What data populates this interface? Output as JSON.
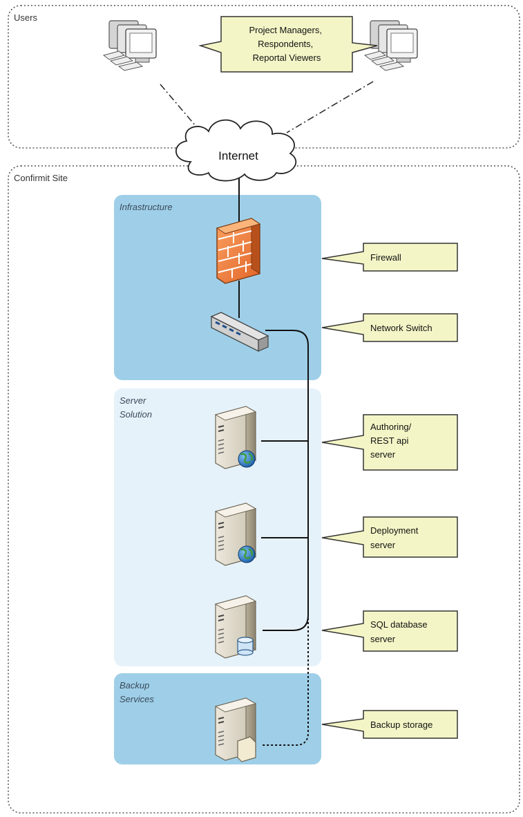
{
  "zones": {
    "users": "Users",
    "site": "Confirmit Site"
  },
  "users_callout": [
    "Project Managers,",
    "Respondents,",
    "Reportal Viewers"
  ],
  "internet": "Internet",
  "groups": {
    "infrastructure": [
      "Infrastructure"
    ],
    "server_solution": [
      "Server",
      "Solution"
    ],
    "backup_services": [
      "Backup",
      "Services"
    ]
  },
  "callouts": {
    "firewall": [
      "Firewall"
    ],
    "network_switch": [
      "Network Switch"
    ],
    "authoring_server": [
      "Authoring/",
      "REST api",
      "server"
    ],
    "deployment_server": [
      "Deployment",
      "server"
    ],
    "sql_server": [
      "SQL database",
      "server"
    ],
    "backup_storage": [
      "Backup storage"
    ]
  },
  "colors": {
    "infrastructure_fill": "#9fcfe8",
    "server_solution_fill": "#e6f2fa",
    "backup_fill": "#9fcfe8",
    "callout_fill": "#f4f5c6",
    "firewall": "#f07a3a"
  },
  "icons": [
    "workstation-icon",
    "cloud-icon",
    "firewall-icon",
    "network-switch-icon",
    "server-globe-icon",
    "server-database-icon",
    "server-storage-icon"
  ]
}
